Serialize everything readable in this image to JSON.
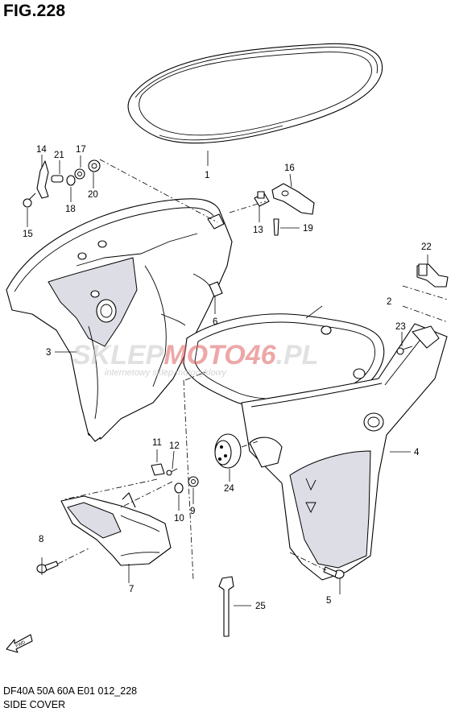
{
  "figure": {
    "title": "FIG.228"
  },
  "footer": {
    "model_code": "DF40A 50A 60A E01 012_228",
    "name": "SIDE COVER"
  },
  "watermark": {
    "part1": "SKLEP",
    "part2": "MOTO46",
    "suffix": ".PL",
    "tagline": "internetowy sklep motocyklowy"
  },
  "fwd_label": "FWD",
  "colors": {
    "watermark_red": "#e06060",
    "watermark_grey": "#c9c9c9",
    "shade": "#dddde6"
  },
  "callouts": {
    "c1": "1",
    "c2": "2",
    "c3": "3",
    "c4": "4",
    "c5": "5",
    "c6": "6",
    "c7": "7",
    "c8": "8",
    "c9": "9",
    "c10": "10",
    "c11": "11",
    "c12": "12",
    "c13": "13",
    "c14": "14",
    "c15": "15",
    "c16": "16",
    "c17": "17",
    "c18": "18",
    "c19": "19",
    "c20": "20",
    "c21": "21",
    "c22": "22",
    "c23": "23",
    "c24": "24",
    "c25": "25"
  }
}
